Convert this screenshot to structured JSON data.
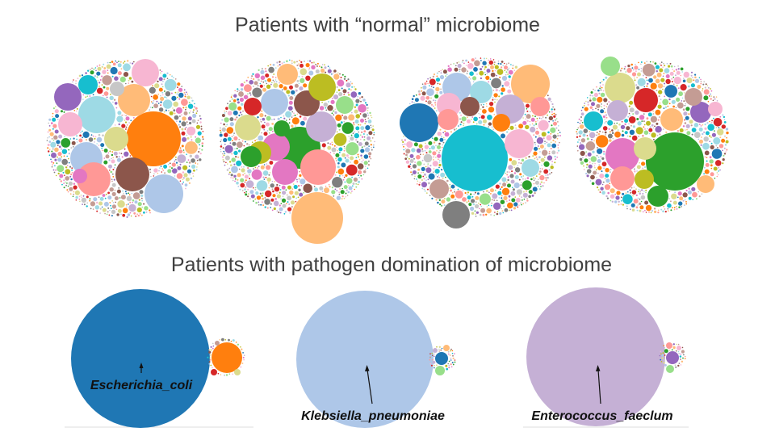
{
  "headings": {
    "normal": "Patients with “normal” microbiome",
    "pathogen": "Patients with pathogen domination of microbiome"
  },
  "palette": [
    "#1f77b4",
    "#aec7e8",
    "#ff7f0e",
    "#ffbb78",
    "#2ca02c",
    "#98df8a",
    "#d62728",
    "#ff9896",
    "#9467bd",
    "#c5b0d5",
    "#8c564b",
    "#c49c94",
    "#e377c2",
    "#f7b6d2",
    "#7f7f7f",
    "#c7c7c7",
    "#bcbd22",
    "#dbdb8d",
    "#17becf",
    "#9edae5"
  ],
  "bubble_clusters": [
    {
      "id": "normal-1",
      "group": "normal"
    },
    {
      "id": "normal-2",
      "group": "normal"
    },
    {
      "id": "normal-3",
      "group": "normal"
    },
    {
      "id": "normal-4",
      "group": "normal"
    },
    {
      "id": "pathogen-1",
      "group": "pathogen",
      "dominant_taxon": "Escherichia_coli",
      "dominant_color": "#1f77b4"
    },
    {
      "id": "pathogen-2",
      "group": "pathogen",
      "dominant_taxon": "Klebsiella_pneumoniae",
      "dominant_color": "#aec7e8"
    },
    {
      "id": "pathogen-3",
      "group": "pathogen",
      "dominant_taxon": "Enterococcus_faeclum",
      "dominant_color": "#c5b0d5"
    }
  ]
}
